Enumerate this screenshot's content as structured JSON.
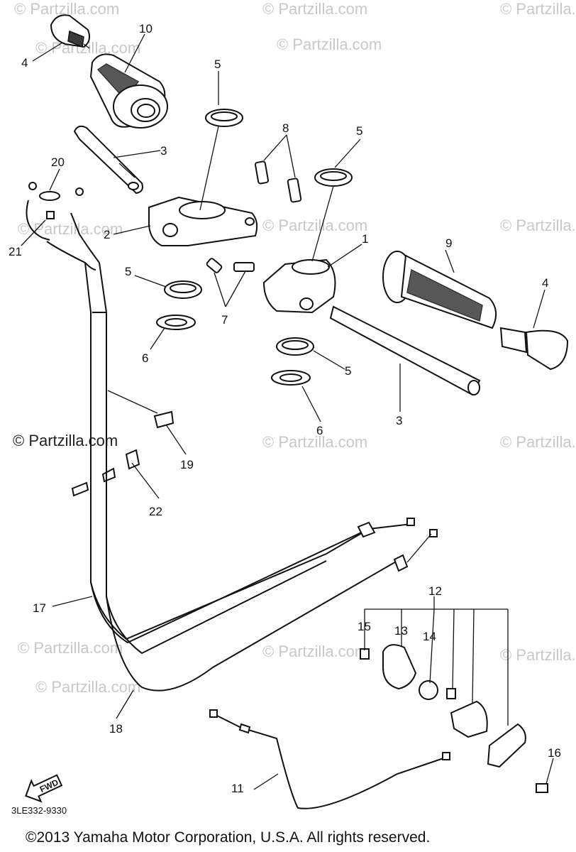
{
  "watermark": {
    "text": "© Partzilla.com"
  },
  "callouts": {
    "c1": "1",
    "c2": "2",
    "c3a": "3",
    "c3b": "3",
    "c4a": "4",
    "c4b": "4",
    "c5a": "5",
    "c5b": "5",
    "c5c": "5",
    "c5d": "5",
    "c6a": "6",
    "c6b": "6",
    "c7": "7",
    "c8": "8",
    "c9": "9",
    "c10": "10",
    "c11": "11",
    "c12": "12",
    "c13": "13",
    "c14": "14",
    "c15": "15",
    "c16": "16",
    "c17": "17",
    "c18": "18",
    "c19": "19",
    "c20": "20",
    "c21": "21",
    "c22": "22"
  },
  "fwd_label": "FWD",
  "diagram_code": "3LE332-9330",
  "copyright": "©2013 Yamaha Motor Corporation, U.S.A. All rights reserved."
}
